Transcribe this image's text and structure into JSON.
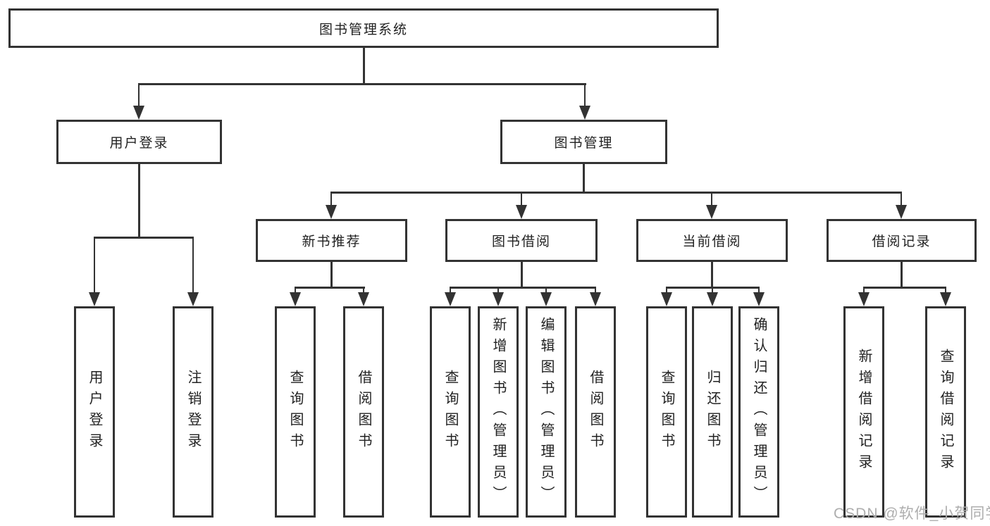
{
  "tree": {
    "root": {
      "label": "图书管理系统",
      "children": [
        {
          "label": "用户登录",
          "children": [
            {
              "label": "用户登录"
            },
            {
              "label": "注销登录"
            }
          ]
        },
        {
          "label": "图书管理",
          "children": [
            {
              "label": "新书推荐",
              "children": [
                {
                  "label": "查询图书"
                },
                {
                  "label": "借阅图书"
                }
              ]
            },
            {
              "label": "图书借阅",
              "children": [
                {
                  "label": "查询图书"
                },
                {
                  "label": "新增图书（管理员）"
                },
                {
                  "label": "编辑图书（管理员）"
                },
                {
                  "label": "借阅图书"
                }
              ]
            },
            {
              "label": "当前借阅",
              "children": [
                {
                  "label": "查询图书"
                },
                {
                  "label": "归还图书"
                },
                {
                  "label": "确认归还（管理员）"
                }
              ]
            },
            {
              "label": "借阅记录",
              "children": [
                {
                  "label": "新增借阅记录"
                },
                {
                  "label": "查询借阅记录"
                }
              ]
            }
          ]
        }
      ]
    }
  },
  "watermark": "CSDN @软件_小贺同学",
  "style": {
    "line_color": "#333333",
    "text_color": "#222222",
    "watermark_color": "#aeaeae"
  }
}
